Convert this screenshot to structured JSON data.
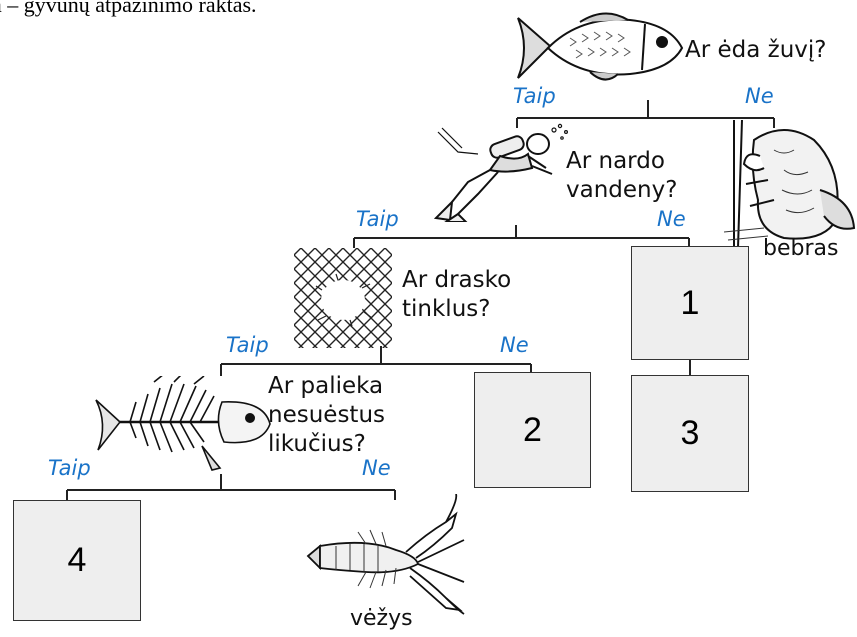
{
  "header_fragment": "a – gyvūnų atpažinimo raktas.",
  "questions": {
    "eats_fish": "Ar ėda žuvį?",
    "dives_line1": "Ar nardo",
    "dives_line2": "vandeny?",
    "tears_line1": "Ar drasko",
    "tears_line2": "tinklus?",
    "leaves_line1": "Ar palieka",
    "leaves_line2": "nesuėstus",
    "leaves_line3": "likučius?"
  },
  "branches": {
    "yes": "Taip",
    "no": "Ne"
  },
  "animals": {
    "beaver": "bebras",
    "crayfish": "vėžys"
  },
  "boxes": {
    "b1": "1",
    "b2": "2",
    "b3": "3",
    "b4": "4"
  },
  "icons": [
    "fish-icon",
    "diver-icon",
    "beaver-icon",
    "net-icon",
    "fish-skeleton-icon",
    "crayfish-icon"
  ],
  "colors": {
    "branch_label": "#1a73c8",
    "box_fill": "#eeeeee"
  }
}
